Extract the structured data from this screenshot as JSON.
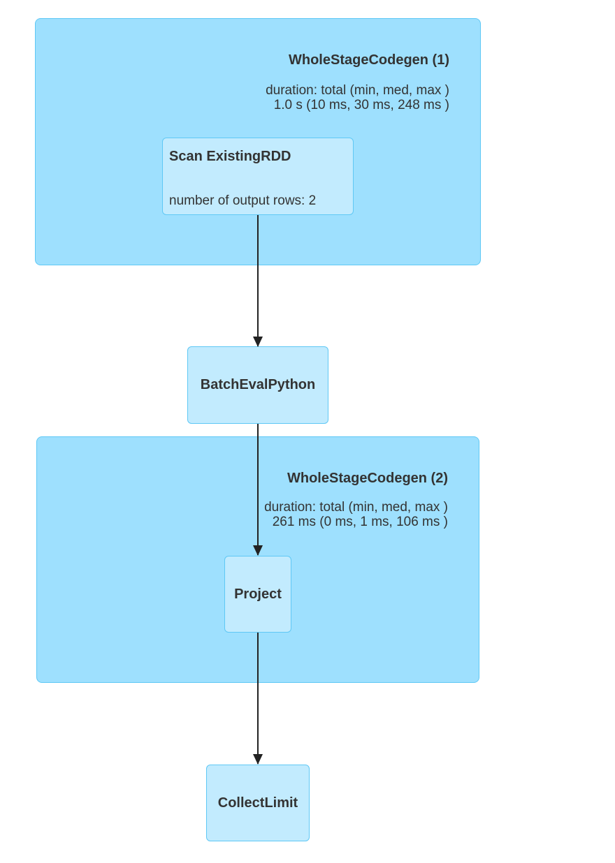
{
  "clusters": [
    {
      "title": "WholeStageCodegen (1)",
      "metric_label": "duration: total (min, med, max )",
      "metric_value": "1.0 s (10 ms, 30 ms, 248 ms )"
    },
    {
      "title": "WholeStageCodegen (2)",
      "metric_label": "duration: total (min, med, max )",
      "metric_value": "261 ms (0 ms, 1 ms, 106 ms )"
    }
  ],
  "nodes": [
    {
      "title": "Scan ExistingRDD",
      "metric": "number of output rows: 2"
    },
    {
      "title": "BatchEvalPython"
    },
    {
      "title": "Project"
    },
    {
      "title": "CollectLimit"
    }
  ],
  "colors": {
    "cluster_fill": "#9ee0fe",
    "node_fill": "#c2ebfe",
    "border": "#5fc8f5",
    "edge": "#222222",
    "text": "#333333"
  }
}
